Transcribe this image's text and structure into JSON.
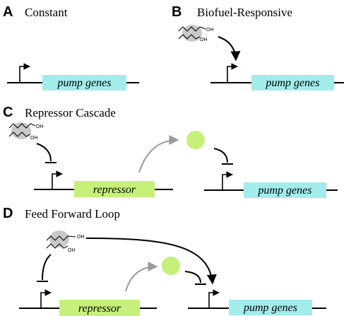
{
  "panels": {
    "a": {
      "letter": "A",
      "title": "Constant",
      "gene": "pump genes"
    },
    "b": {
      "letter": "B",
      "title": "Biofuel-Responsive",
      "gene": "pump genes",
      "oh1": "OH",
      "oh2": "OH"
    },
    "c": {
      "letter": "C",
      "title": "Repressor Cascade",
      "repressor": "repressor",
      "gene": "pump genes",
      "oh1": "OH",
      "oh2": "OH"
    },
    "d": {
      "letter": "D",
      "title": "Feed Forward Loop",
      "repressor": "repressor",
      "gene": "pump genes",
      "oh1": "OH",
      "oh2": "OH"
    }
  },
  "colors": {
    "pump_box": "#a3ecec",
    "repressor_box": "#c6f07a",
    "repressor_protein": "#c6f07a",
    "molecule_shadow": "#c9c9c9",
    "gray_arrow": "#9a9a9a"
  }
}
